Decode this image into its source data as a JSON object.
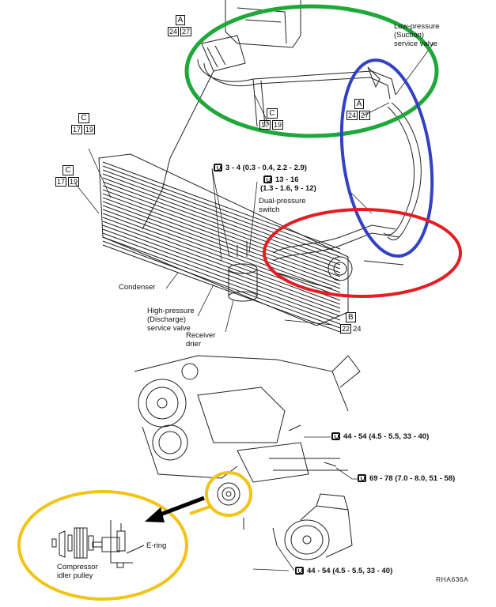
{
  "title": "A/C system component layout (refrigerant lines, condenser, compressor mounting)",
  "figure_ref": "RHA636A",
  "part_labels": {
    "low_pressure_valve": [
      "Low-pressure",
      "(Suction)",
      "service valve"
    ],
    "dual_pressure_switch": [
      "Dual-pressure",
      "switch"
    ],
    "condenser": "Condenser",
    "high_pressure_valve": [
      "High-pressure",
      "(Discharge)",
      "service valve"
    ],
    "receiver_drier": [
      "Receiver",
      "drier"
    ],
    "e_ring": "E-ring",
    "idler_pulley": [
      "Compressor",
      "idler pulley"
    ]
  },
  "connection_codes": {
    "top_left": {
      "letter": "A",
      "values": [
        "24",
        "27"
      ]
    },
    "right_mid": {
      "letter": "A",
      "values": [
        "24",
        "27"
      ]
    },
    "center": {
      "letter": "C",
      "values": [
        "17",
        "19"
      ]
    },
    "left_upper": {
      "letter": "C",
      "values": [
        "17",
        "19"
      ]
    },
    "left_lower": {
      "letter": "C",
      "values": [
        "17",
        "19"
      ]
    },
    "bottom_right": {
      "letter": "B",
      "values": [
        "22",
        "24"
      ]
    }
  },
  "torque_specs": {
    "switch_mount": "3 - 4 (0.3 - 0.4, 2.2 - 2.9)",
    "dual_switch": [
      "13 - 16",
      "(1.3 - 1.6, 9 - 12)"
    ],
    "bracket_bolt_upper": "44 - 54 (4.5 - 5.5, 33 - 40)",
    "bracket_bolt_lower": "69 - 78 (7.0 - 8.0, 51 - 58)",
    "compressor_bolt": "44 - 54 (4.5 - 5.5, 33 - 40)"
  },
  "highlights": {
    "green": "#1fa83a",
    "blue": "#3341c4",
    "red": "#e41d23",
    "yellow": "#f3c316"
  }
}
